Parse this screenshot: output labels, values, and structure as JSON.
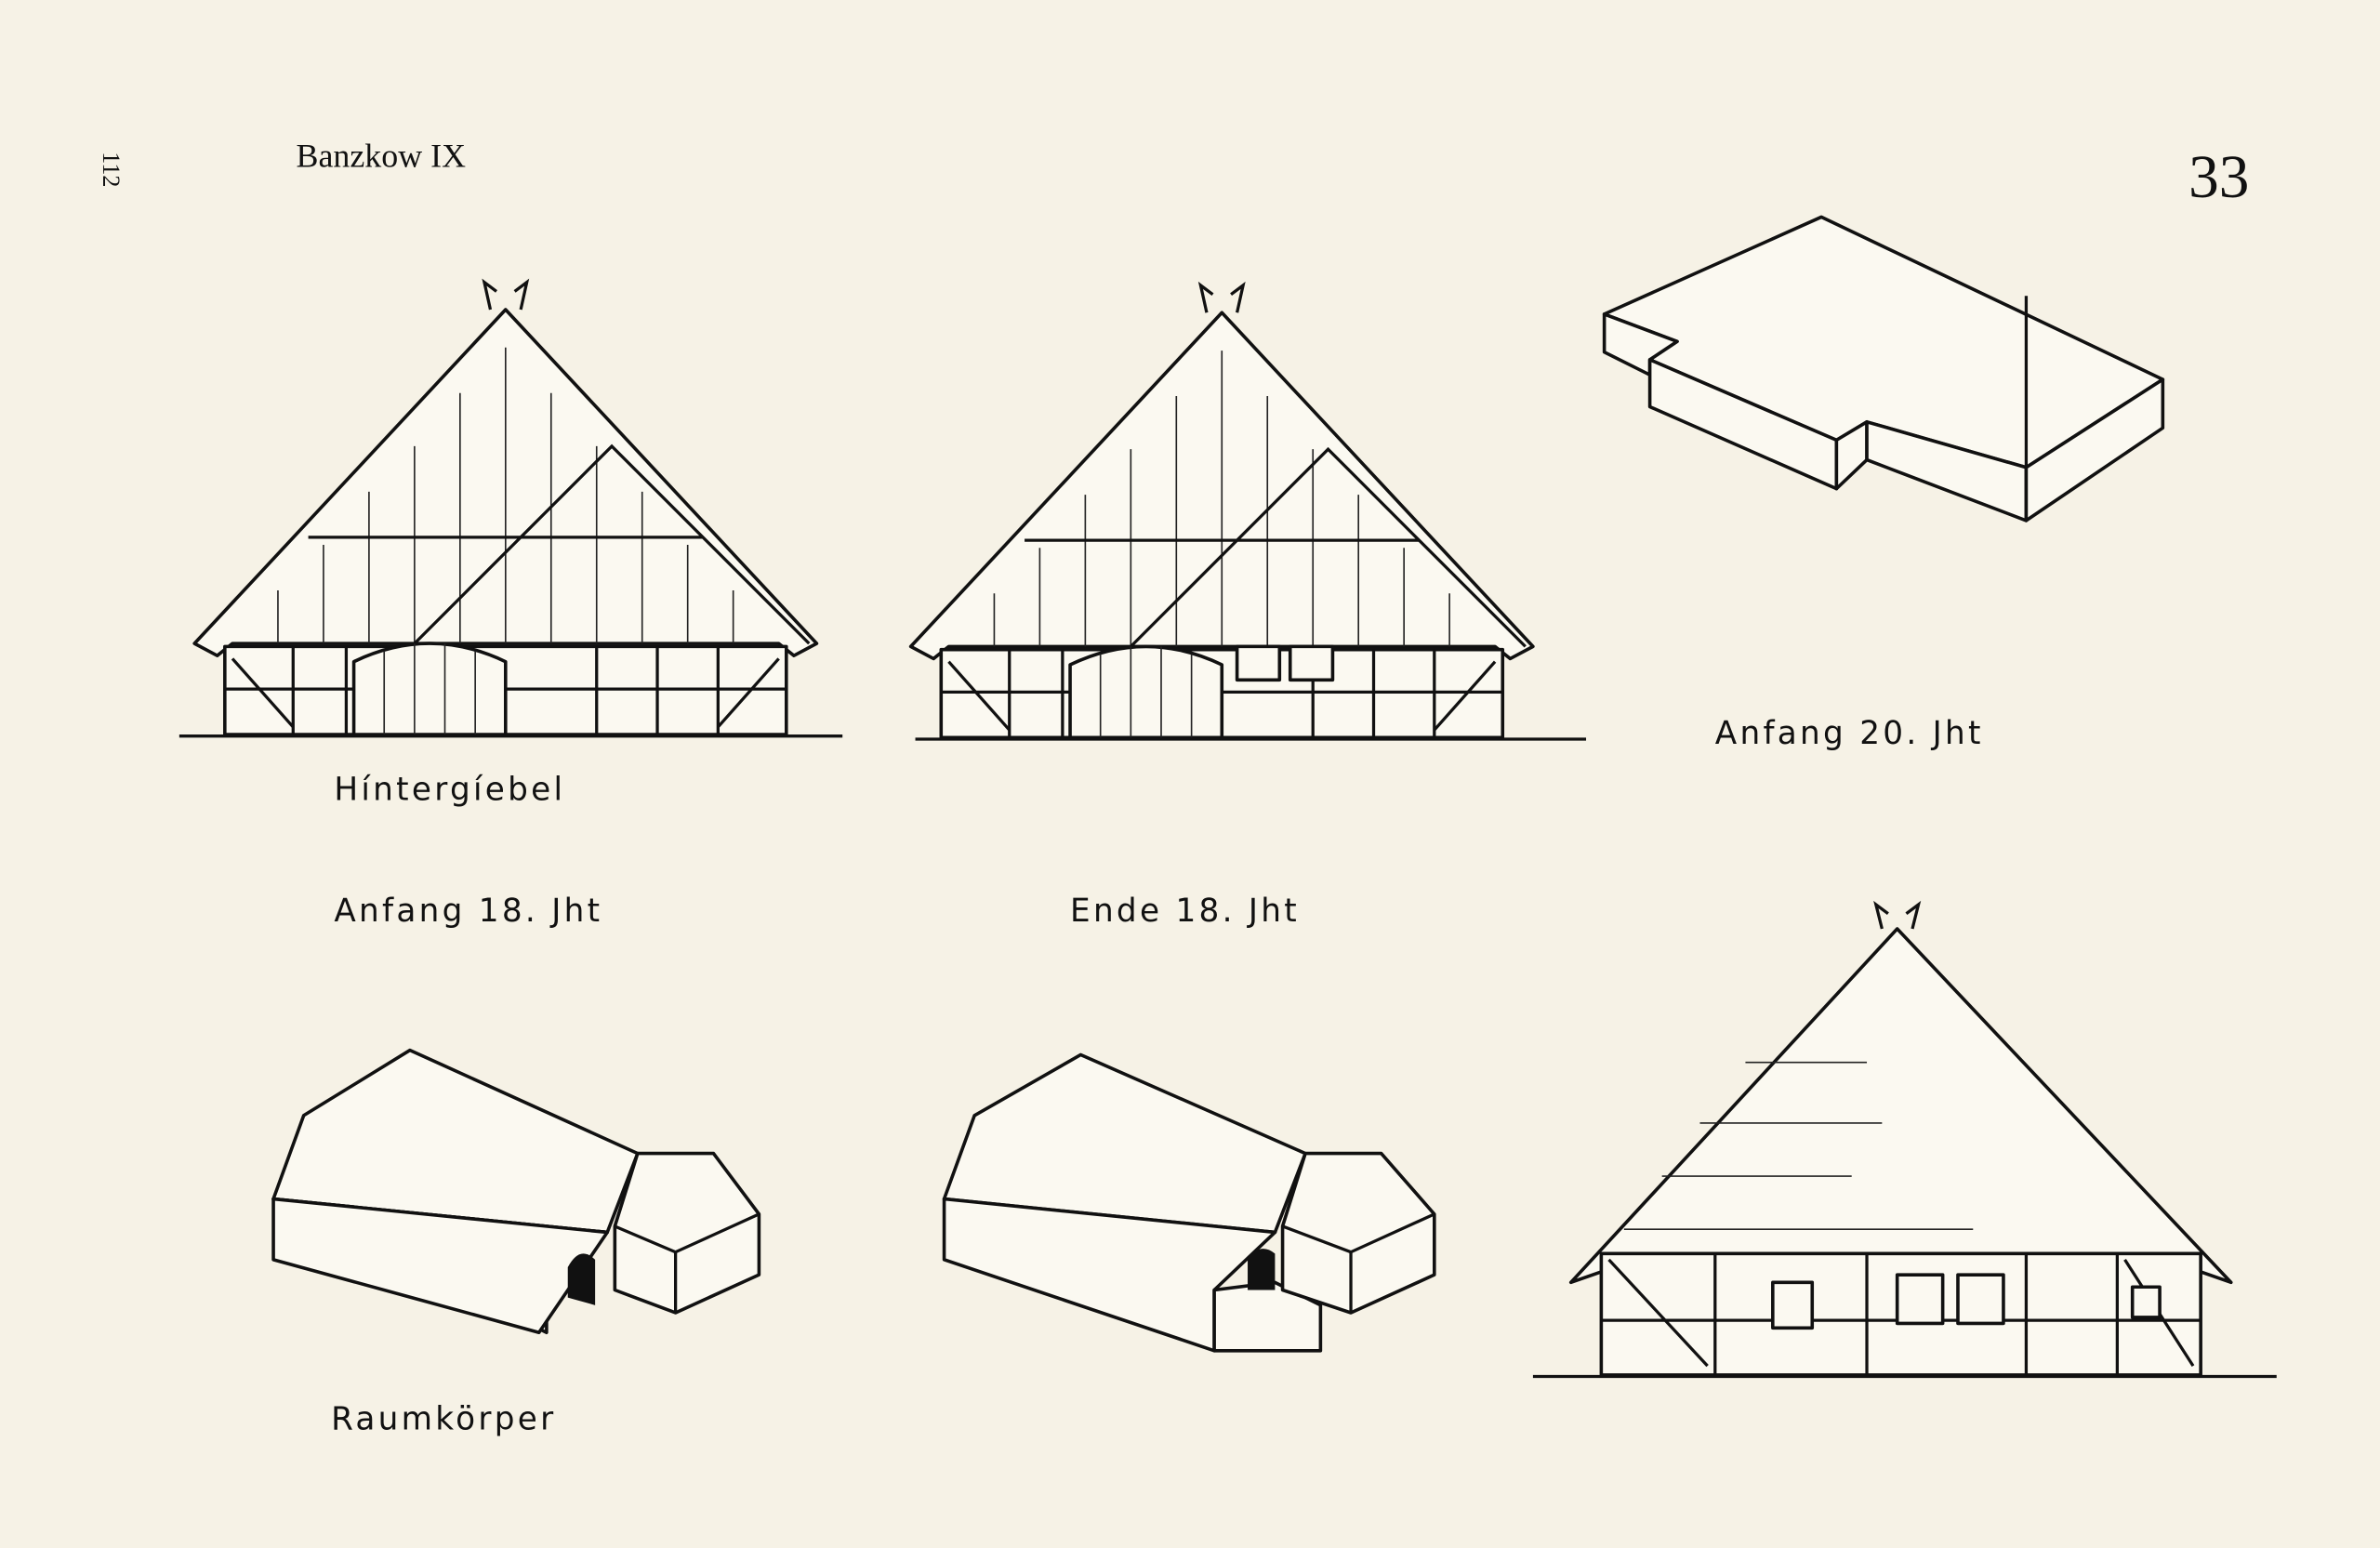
{
  "page": {
    "page_number_side": "112",
    "title": "Banzkow IX",
    "plate_number": "33"
  },
  "figures": {
    "rear_gable_label": "Híntergíebel",
    "early_18th_label": "Anfang 18. Jht",
    "late_18th_label": "Ende 18. Jht",
    "early_20th_label": "Anfang 20. Jht",
    "volume_label": "Raumkörper"
  }
}
